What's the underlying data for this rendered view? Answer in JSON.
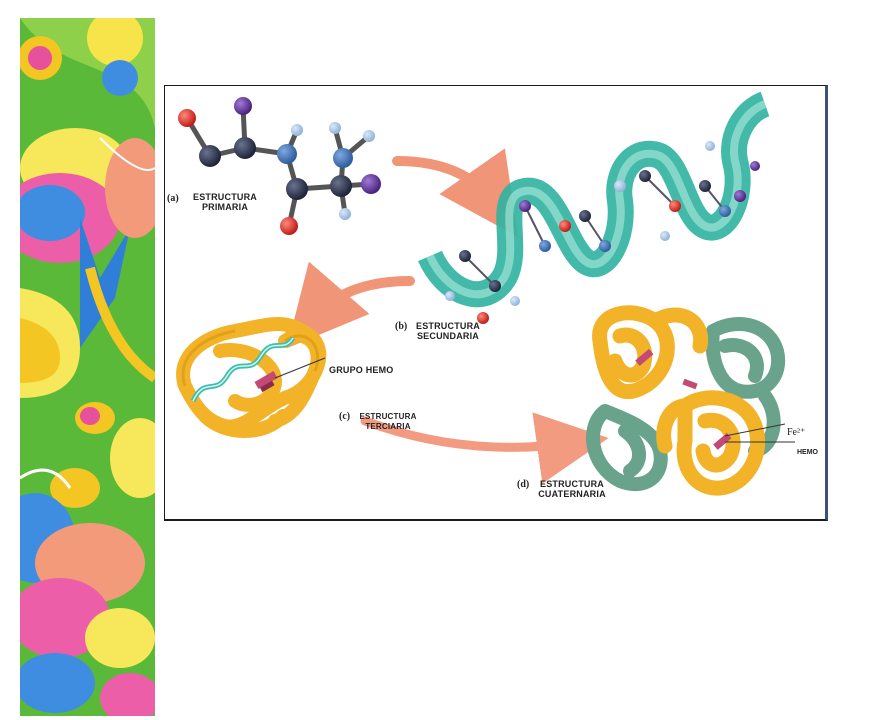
{
  "figure": {
    "labels": {
      "a_tag": "(a)",
      "a_text": "ESTRUCTURA\nPRIMARIA",
      "b_tag": "(b)",
      "b_text": "ESTRUCTURA\nSECUNDARIA",
      "c_tag": "(c)",
      "c_text": "ESTRUCTURA\nTERCIARIA",
      "d_tag": "(d)",
      "d_text": "ESTRUCTURA\nCUATERNARIA",
      "grupo_hemo": "GRUPO HEMO",
      "fe": "Fe²⁺",
      "hemo": "HEMO"
    }
  },
  "colors": {
    "arrow": "#f08a6a",
    "helix": "#2fb3a0",
    "coil_gold": "#f2b328",
    "coil_green": "#6aa38c",
    "atom_dark": "#1e2438",
    "atom_blue": "#2f5e9c",
    "atom_light": "#8fb3d9",
    "atom_red": "#d42a2a",
    "atom_purple": "#5a2d91"
  }
}
